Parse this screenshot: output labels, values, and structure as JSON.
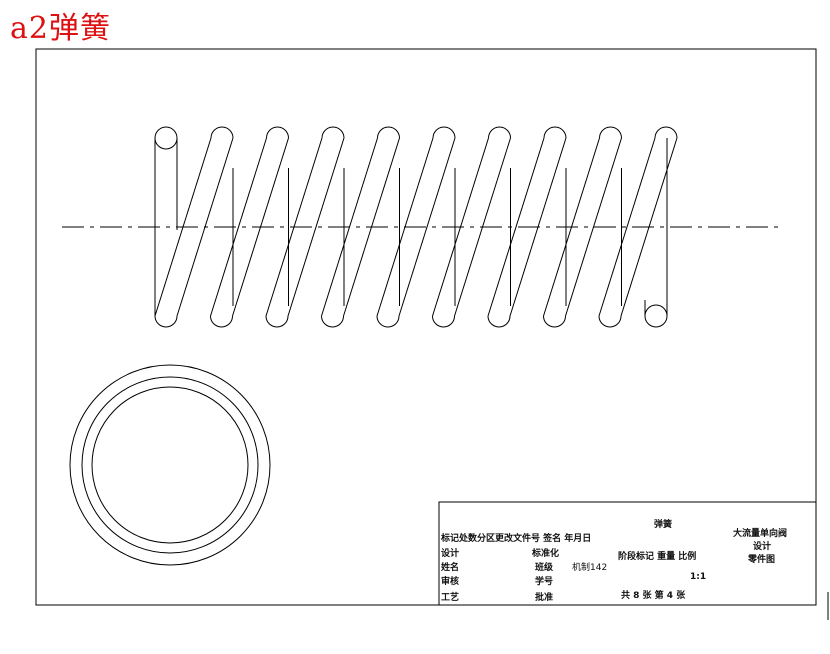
{
  "header": {
    "title": "a2弹簧"
  },
  "title_block": {
    "part_name": "弹簧",
    "company": "大流量单向阀",
    "design": "设计",
    "drawing_type": "零件图",
    "header_row": "标记处数分区更改文件号 签名 年月日",
    "design_label": "设计",
    "standardization": "标准化",
    "stage_mark": "阶段标记 重量 比例",
    "name_label": "姓名",
    "class_label": "班级",
    "class_value": "机制142",
    "scale": "1:1",
    "review_label": "审核",
    "student_id_label": "学号",
    "process_label": "工艺",
    "approve_label": "批准",
    "sheet_info": "共 8 张 第 4 张"
  }
}
